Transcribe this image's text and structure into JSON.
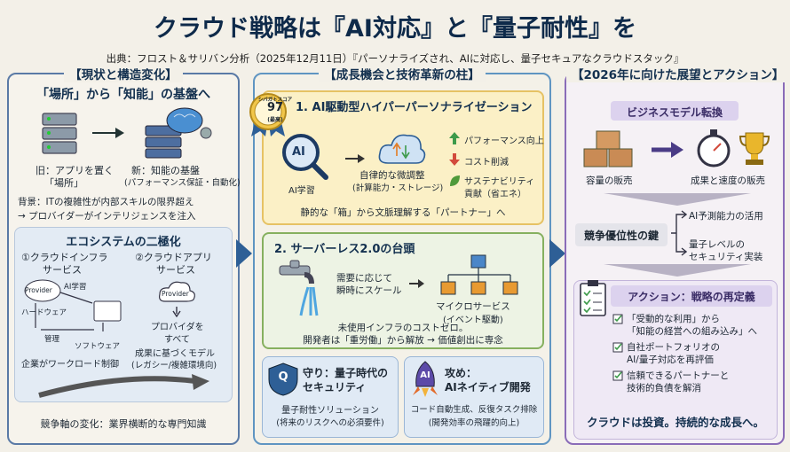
{
  "title": "クラウド戦略は『AI対応』と『量子耐性』を",
  "source": "出典：フロスト＆サリバン分析（2025年12月11日）『パーソナライズされ、AIに対応し、量子セキュアなクラウドスタック』",
  "left": {
    "header": "【現状と構造変化】",
    "subtitle": "「場所」から「知能」の基盤へ",
    "old_label_1": "旧：アプリを置く",
    "old_label_2": "「場所」",
    "new_label_1": "新：知能の基盤",
    "new_label_2": "(パフォーマンス保証・自動化)",
    "background_1": "背景：ITの複雑性が内部スキルの限界超え",
    "background_2": "→ プロバイダーがインテリジェンスを注入",
    "eco_title": "エコシステムの二極化",
    "infra_title_1": "①クラウドインフラ",
    "infra_title_2": "サービス",
    "app_title_1": "②クラウドアプリ",
    "app_title_2": "サービス",
    "provider": "Provider",
    "ai_learn": "AI学習",
    "hardware": "ハードウェア",
    "manage": "管理",
    "software": "ソフトウェア",
    "infra_caption": "企業がワークロード制御",
    "provider2": "Provider",
    "app_desc_1": "プロバイダを",
    "app_desc_2": "すべて",
    "app_desc_3": "成果に基づくモデル",
    "app_desc_4": "(レガシー/複雑環境向)",
    "bottom": "競争軸の変化：業界横断的な専門知識"
  },
  "mid": {
    "header": "【成長機会と技術革新の柱】",
    "badge_top": "シバガトスコア",
    "badge_score": "97",
    "badge_bottom": "(最高)",
    "p1_title": "1. AI駆動型ハイパーパーソナライゼーション",
    "ai_text": "AI",
    "ai_learn": "AI学習",
    "tune_1": "自律的な微調整",
    "tune_2": "(計算能力・ストレージ)",
    "perf_up": "パフォーマンス向上",
    "cost_down": "コスト削減",
    "sustain_1": "サステナビリティ",
    "sustain_2": "貢献（省エネ）",
    "p1_footer": "静的な「箱」から文脈理解する「パートナー」へ",
    "p2_title": "2. サーバーレス2.0の台頭",
    "scale_1": "需要に応じて",
    "scale_2": "瞬時にスケール",
    "micro_1": "マイクロサービス",
    "micro_2": "(イベント駆動)",
    "p2_footer_1": "未使用インフラのコストゼロ。",
    "p2_footer_2": "開発者は「重労働」から解放 → 価値創出に専念",
    "q_letter": "Q",
    "def_title_1": "守り：量子時代の",
    "def_title_2": "セキュリティ",
    "def_desc_1": "量子耐性ソリューション",
    "def_desc_2": "(将来のリスクへの必須要件)",
    "ai_rocket": "AI",
    "att_title_1": "攻め：",
    "att_title_2": "AIネイティブ開発",
    "att_desc_1": "コード自動生成、反復タスク排除",
    "att_desc_2": "(開発効率の飛躍的向上)"
  },
  "right": {
    "header": "【2026年に向けた展望とアクション】",
    "biz_title": "ビジネスモデル転換",
    "capacity_sale": "容量の販売",
    "result_sale": "成果と速度の販売",
    "key_title": "競争優位性の鍵",
    "key_1": "AI予測能力の活用",
    "key_2a": "量子レベルの",
    "key_2b": "セキュリティ実装",
    "action_title": "アクション：戦略の再定義",
    "act_1a": "「受動的な利用」から",
    "act_1b": "「知能の経営への組み込み」へ",
    "act_2a": "自社ポートフォリオの",
    "act_2b": "AI/量子対応を再評価",
    "act_3a": "信頼できるパートナーと",
    "act_3b": "技術的負債を解消",
    "closing": "クラウドは投資。持続的な成長へ。"
  },
  "colors": {
    "navy": "#13304f",
    "blue": "#2e5f96",
    "green": "#6a9a4a",
    "yellow": "#f8e9b4",
    "purple": "#8a6cb8"
  }
}
